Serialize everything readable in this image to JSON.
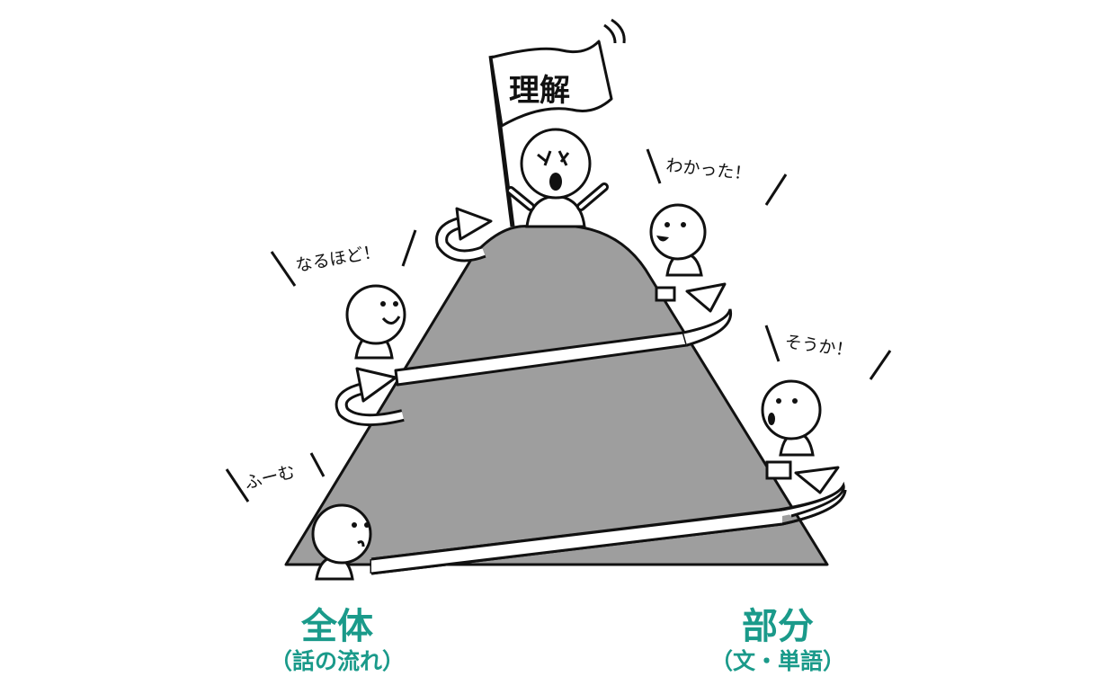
{
  "flag": {
    "label": "理解"
  },
  "speech": {
    "fumu": "ふーむ",
    "naruhodo": "なるほど！",
    "wakatta": "わかった！",
    "souka": "そうか！"
  },
  "labels": {
    "left_main": "全体",
    "left_sub": "（話の流れ）",
    "right_main": "部分",
    "right_sub": "（文・単語）"
  },
  "colors": {
    "mountain_fill": "#9e9e9e",
    "outline": "#111111",
    "accent_teal": "#1a9a8a",
    "path_fill": "#ffffff"
  }
}
